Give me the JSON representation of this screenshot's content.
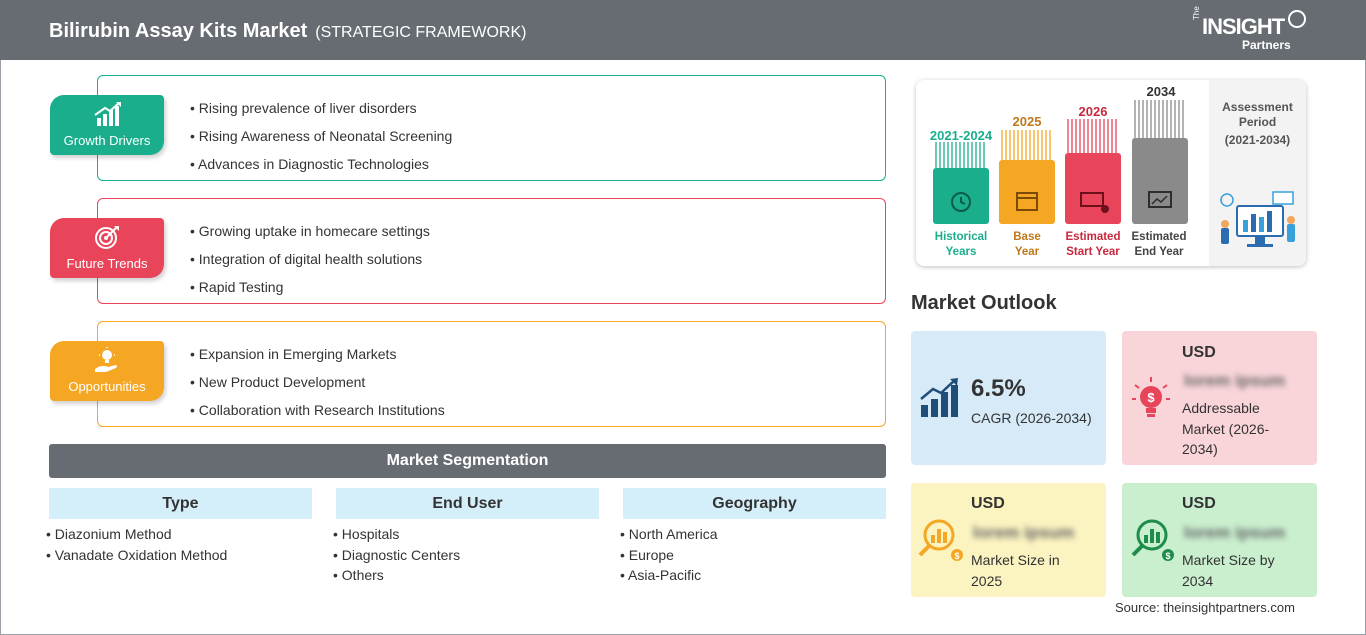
{
  "header": {
    "title": "Bilirubin Assay Kits Market",
    "subtitle": "(STRATEGIC FRAMEWORK)",
    "logo": {
      "the": "The",
      "main": "INSIGHT",
      "partners": "Partners"
    }
  },
  "colors": {
    "header_bg": "#676c73",
    "growth": "#1aae8c",
    "trends": "#e8455a",
    "opportunities": "#f5a623",
    "segment_head_bg": "#d4effa",
    "outlook_blue": "#d6eaf8",
    "outlook_pink": "#f9d5da",
    "outlook_yellow": "#fbf3c0",
    "outlook_green": "#c9efcf"
  },
  "cards": [
    {
      "badge": "Growth Drivers",
      "icon": "growth-chart-icon",
      "items": [
        "Rising prevalence of liver disorders",
        "Rising Awareness of Neonatal Screening",
        "Advances in Diagnostic Technologies"
      ]
    },
    {
      "badge": "Future Trends",
      "icon": "target-icon",
      "items": [
        "Growing uptake in homecare settings",
        "Integration of digital health solutions",
        "Rapid Testing"
      ]
    },
    {
      "badge": "Opportunities",
      "icon": "lightbulb-hand-icon",
      "items": [
        "Expansion in Emerging Markets",
        "New Product Development",
        "Collaboration with Research Institutions"
      ]
    }
  ],
  "segmentation": {
    "title": "Market Segmentation",
    "groups": [
      {
        "head": "Type",
        "items": [
          "Diazonium Method",
          "Vanadate Oxidation Method"
        ]
      },
      {
        "head": "End User",
        "items": [
          "Hospitals",
          "Diagnostic Centers",
          "Others"
        ]
      },
      {
        "head": "Geography",
        "items": [
          "North America",
          "Europe",
          "Asia-Pacific"
        ]
      }
    ]
  },
  "timeline": {
    "columns": [
      {
        "year": "2021-2024",
        "label1": "Historical",
        "label2": "Years",
        "color": "#1aae8c",
        "icon": "history-icon"
      },
      {
        "year": "2025",
        "label1": "Base",
        "label2": "Year",
        "color": "#f5a623",
        "icon": "calendar-icon"
      },
      {
        "year": "2026",
        "label1": "Estimated",
        "label2": "Start Year",
        "color": "#e8455a",
        "icon": "presentation-icon"
      },
      {
        "year": "2034",
        "label1": "Estimated",
        "label2": "End Year",
        "color": "#8a8a8a",
        "icon": "monitor-chart-icon"
      }
    ],
    "assessment": {
      "title1": "Assessment",
      "title2": "Period",
      "range": "(2021-2034)"
    }
  },
  "outlook": {
    "title": "Market Outlook",
    "cagr": {
      "value": "6.5%",
      "label": "CAGR (2026-2034)"
    },
    "addressable": {
      "usd": "USD",
      "value": "lorem ipsum",
      "label1": "Addressable",
      "label2": "Market (2026-",
      "label3": "2034)"
    },
    "size2025": {
      "usd": "USD",
      "value": "lorem ipsum",
      "label1": "Market Size in",
      "label2": "2025"
    },
    "size2034": {
      "usd": "USD",
      "value": "lorem ipsum",
      "label1": "Market Size by",
      "label2": "2034"
    }
  },
  "source": "Source: theinsightpartners.com"
}
